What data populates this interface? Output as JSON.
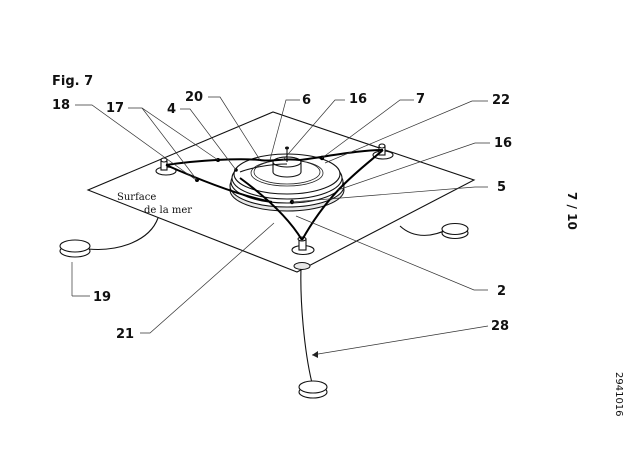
{
  "figure_label": "Fig. 7",
  "surface_label": [
    "Surface",
    "de la mer"
  ],
  "page_number": "7 / 10",
  "publication_number": "2941016",
  "reference_numerals": {
    "n18": "18",
    "n17": "17",
    "n4": "4",
    "n20": "20",
    "n6": "6",
    "n16a": "16",
    "n7": "7",
    "n22": "22",
    "n16b": "16",
    "n5": "5",
    "n19": "19",
    "n2": "2",
    "n21": "21",
    "n28": "28"
  }
}
